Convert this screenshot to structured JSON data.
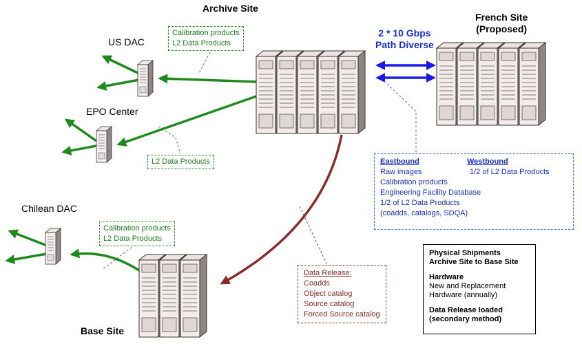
{
  "sites": {
    "archive": "Archive Site",
    "french_line1": "French Site",
    "french_line2": "(Proposed)",
    "base": "Base Site"
  },
  "dacs": {
    "us": "US DAC",
    "epo": "EPO Center",
    "chilean": "Chilean DAC"
  },
  "link_label": {
    "line1": "2 * 10 Gbps",
    "line2": "Path Diverse"
  },
  "us_dac_box": [
    "Calibration products",
    "L2 Data Products"
  ],
  "epo_box": [
    "L2 Data Products"
  ],
  "chilean_box": [
    "Calibration products",
    "L2 Data Products"
  ],
  "french_transfer": {
    "eastbound_title": "Eastbound",
    "eastbound_items": [
      "Raw images",
      "Calibration products",
      "Engineering Facility Database",
      "1/2 of L2 Data Products",
      "(coadds, catalogs, SDQA)"
    ],
    "westbound_title": "Westbound",
    "westbound_items": [
      "1/2 of L2 Data Products"
    ]
  },
  "data_release": {
    "title": "Data Release:",
    "items": [
      "Coadds",
      "Object catalog",
      "Source catalog",
      "Forced Source catalog"
    ]
  },
  "shipments": {
    "title1": "Physical Shipments",
    "title2": "Archive Site to Base Site",
    "hardware_title": "Hardware",
    "hardware_line1": "New and Replacement",
    "hardware_line2": "Hardware (annually)",
    "release_title1": "Data Release loaded",
    "release_title2": "(secondary method)"
  },
  "colors": {
    "green": "#1e8a1e",
    "blue": "#1a1ae6",
    "maroon": "#8b2a2a"
  }
}
